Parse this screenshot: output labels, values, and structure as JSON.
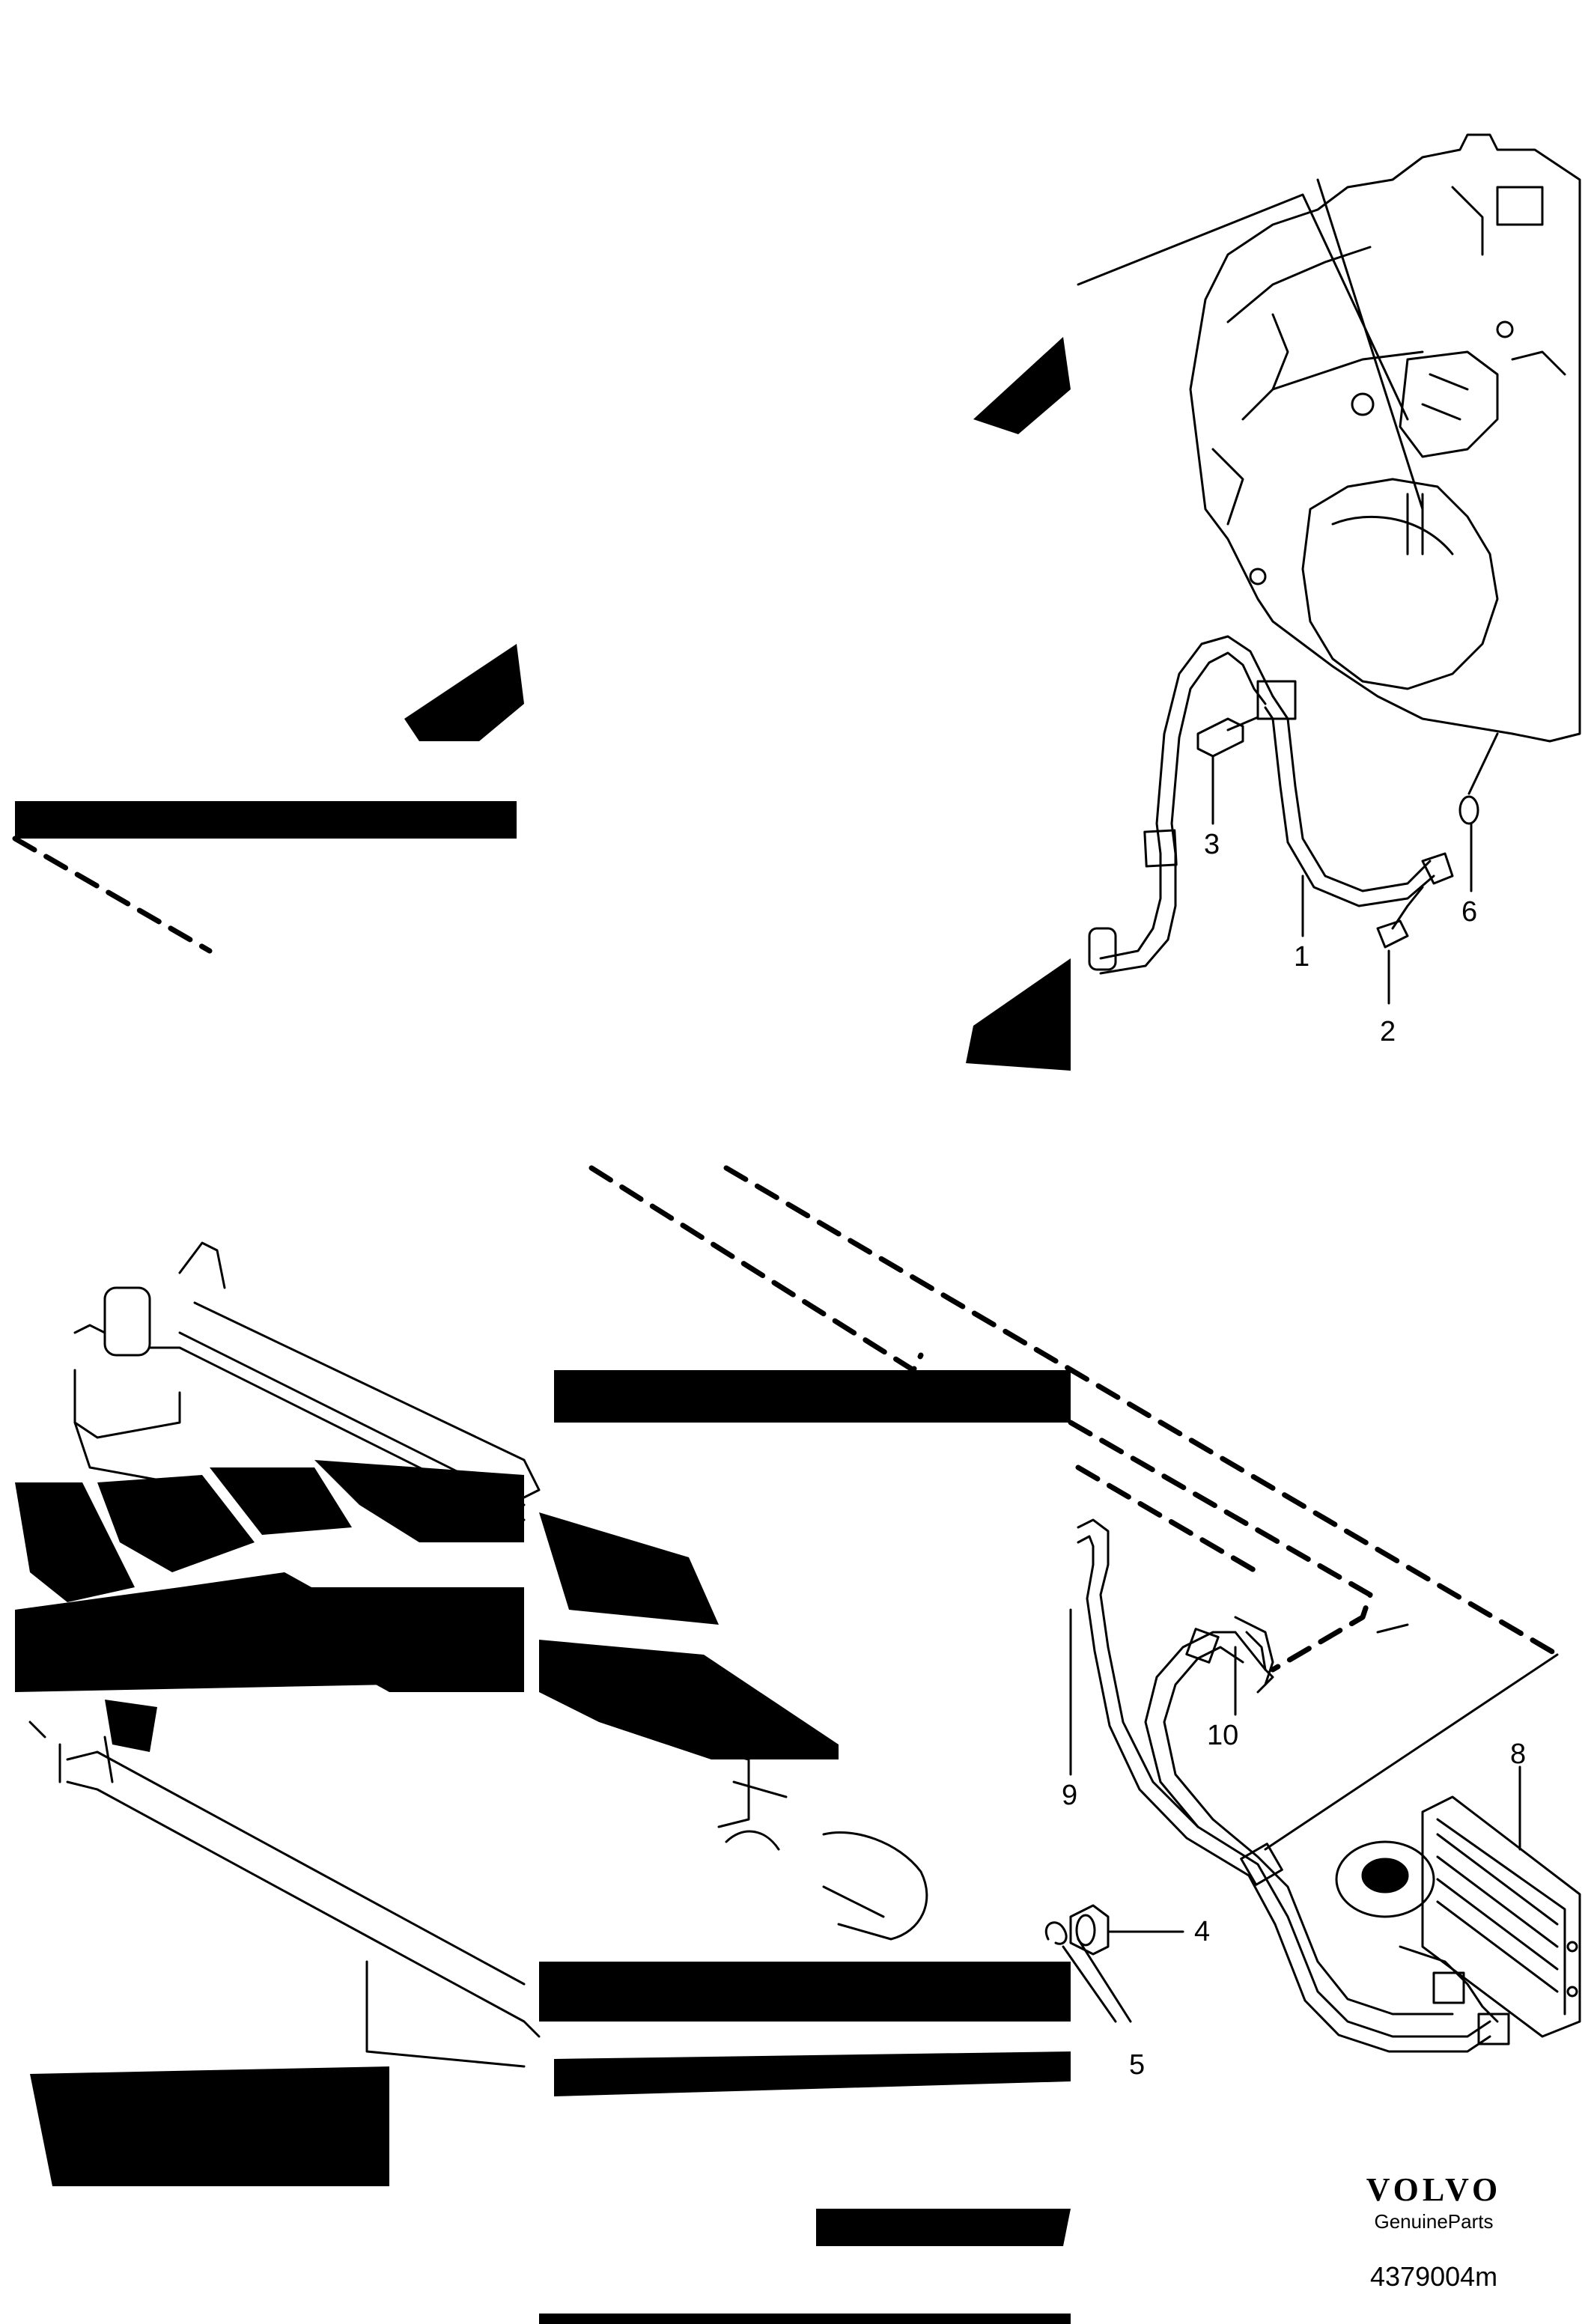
{
  "callouts": [
    {
      "id": "1",
      "text": "1"
    },
    {
      "id": "2",
      "text": "2"
    },
    {
      "id": "3",
      "text": "3"
    },
    {
      "id": "4",
      "text": "4"
    },
    {
      "id": "5",
      "text": "5"
    },
    {
      "id": "6",
      "text": "6"
    },
    {
      "id": "8",
      "text": "8"
    },
    {
      "id": "9",
      "text": "9"
    },
    {
      "id": "10",
      "text": "10"
    }
  ],
  "brand": {
    "logo": "VOLVO",
    "subtitle": "GenuineParts"
  },
  "reference": "4379004m"
}
